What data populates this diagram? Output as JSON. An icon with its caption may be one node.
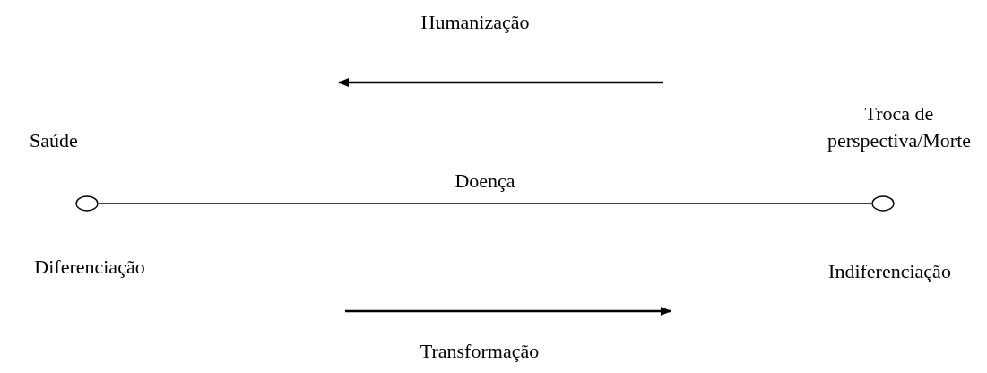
{
  "diagram": {
    "nodes": [
      {
        "text": [],
        "shape": "circle",
        "beside": [
          "Saúde",
          "Diferenciação"
        ]
      },
      {
        "text": [],
        "shape": "circle",
        "beside": [
          "Troca de perspectiva/Morte",
          "Indiferenciação"
        ]
      }
    ],
    "edges": [
      {
        "from": 0,
        "to": 1,
        "arrow": "none",
        "label": "Doença"
      }
    ],
    "labels": [
      "Humanização",
      "Transformação"
    ]
  }
}
